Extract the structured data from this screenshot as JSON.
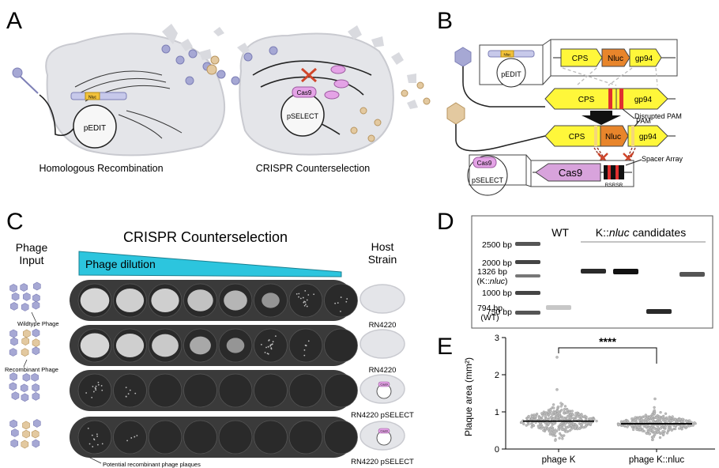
{
  "panels": {
    "a": "A",
    "b": "B",
    "c": "C",
    "d": "D",
    "e": "E"
  },
  "panel_a": {
    "left_plasmid": "pEDIT",
    "left_insert": "Nluc",
    "right_plasmid": "pSELECT",
    "right_protein": "Cas9",
    "cas_small": "Cas9",
    "caption_left": "Homologous Recombination",
    "caption_right": "CRISPR Counterselection"
  },
  "panel_b": {
    "plasmid_top": "pEDIT",
    "plasmid_mini": "Nluc",
    "plasmid_bottom": "pSELECT",
    "plasmid_bottom_protein": "Cas9",
    "genes": {
      "cps": "CPS",
      "nluc": "Nluc",
      "gp94": "gp94"
    },
    "cas9": "Cas9",
    "pam": "PAM",
    "disrupted_pam": "Disrupted PAM",
    "spacer_array": "Spacer Array",
    "rsrsr": "RSRSR"
  },
  "panel_c": {
    "phage_input_1": "Phage",
    "phage_input_2": "Input",
    "title": "CRISPR Counterselection",
    "dilution": "Phage dilution",
    "host_1": "Host",
    "host_2": "Strain",
    "wildtype_label": "Wildtype Phage",
    "recombinant_label": "Recombinant Phage",
    "potential_label": "Potential recombinant phage plaques",
    "hosts": [
      "RN4220",
      "RN4220",
      "RN4220 pSELECT",
      "RN4220 pSELECT"
    ],
    "cas_small": "Cas9",
    "rows": [
      {
        "clearing": [
          0.95,
          0.9,
          0.9,
          0.8,
          0.7,
          0.45,
          0.2,
          0.05
        ],
        "type": "wt"
      },
      {
        "clearing": [
          0.95,
          0.9,
          0.85,
          0.6,
          0.45,
          0.25,
          0.05,
          0.0
        ],
        "type": "mix"
      },
      {
        "clearing": [
          0.15,
          0.05,
          0.0,
          0.0,
          0.0,
          0.0,
          0.0,
          0.0
        ],
        "type": "wt"
      },
      {
        "clearing": [
          0.12,
          0.02,
          0.0,
          0.0,
          0.0,
          0.0,
          0.0,
          0.0
        ],
        "type": "mix"
      }
    ]
  },
  "panel_d": {
    "wt_label": "WT",
    "candidates_prefix": "K::",
    "candidates_italic": "nluc",
    "candidates_suffix": " candidates",
    "ladder": [
      "2500 bp",
      "2000 bp",
      "1000 bp",
      "750 bp"
    ],
    "band_1326_a": "1326 bp",
    "band_1326_b_prefix": "(K::",
    "band_1326_b_italic": "nluc",
    "band_1326_b_suffix": ")",
    "band_794_a": "794 bp",
    "band_794_b": "(WT)"
  },
  "chart_data": {
    "type": "scatter",
    "title": "",
    "xlabel": "",
    "ylabel": "Plaque area (mm²)",
    "ylim": [
      0,
      3
    ],
    "yticks": [
      0,
      1,
      2,
      3
    ],
    "categories": [
      "phage K",
      "phage K::nluc"
    ],
    "medians": [
      0.75,
      0.68
    ],
    "spread_sd": [
      0.17,
      0.14
    ],
    "outliers": [
      {
        "category": "phage K",
        "y": 2.47
      },
      {
        "category": "phage K",
        "y": 1.6
      },
      {
        "category": "phage K::nluc",
        "y": 1.35
      }
    ],
    "significance": "****"
  }
}
